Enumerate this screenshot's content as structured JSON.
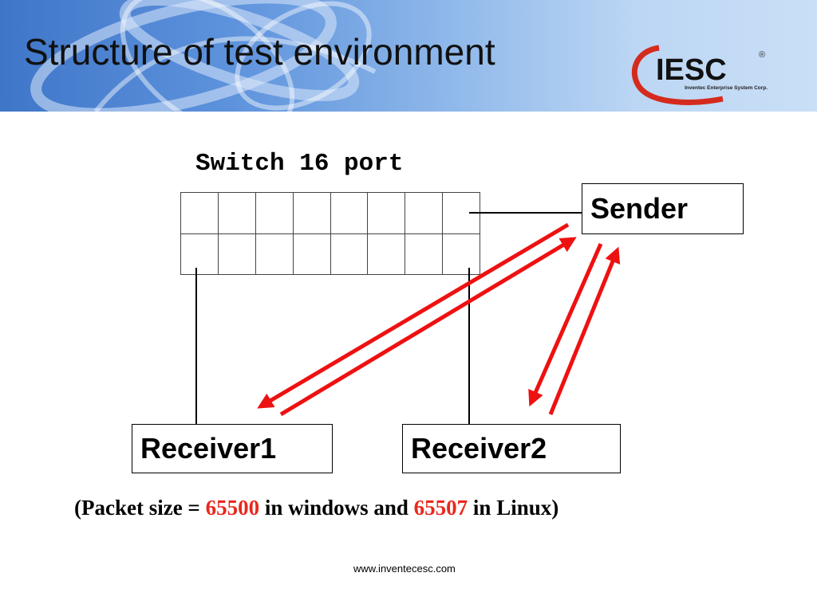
{
  "slide": {
    "title": "Structure of test environment"
  },
  "logo": {
    "mark": "IESC",
    "tagline": "Inventec Enterprise System Corp.",
    "registered": "®"
  },
  "switch": {
    "label": "Switch 16 port",
    "ports": 16
  },
  "nodes": {
    "sender": "Sender",
    "receiver1": "Receiver1",
    "receiver2": "Receiver2"
  },
  "note": {
    "prefix": "(Packet size = ",
    "windows_size": "65500",
    "middle": " in windows and ",
    "linux_size": "65507",
    "suffix": " in Linux)"
  },
  "footer": {
    "url": "www.inventecesc.com"
  },
  "colors": {
    "arrow": "#ee1111",
    "highlight_number": "#e8281e",
    "logo_red": "#d42b1e"
  }
}
